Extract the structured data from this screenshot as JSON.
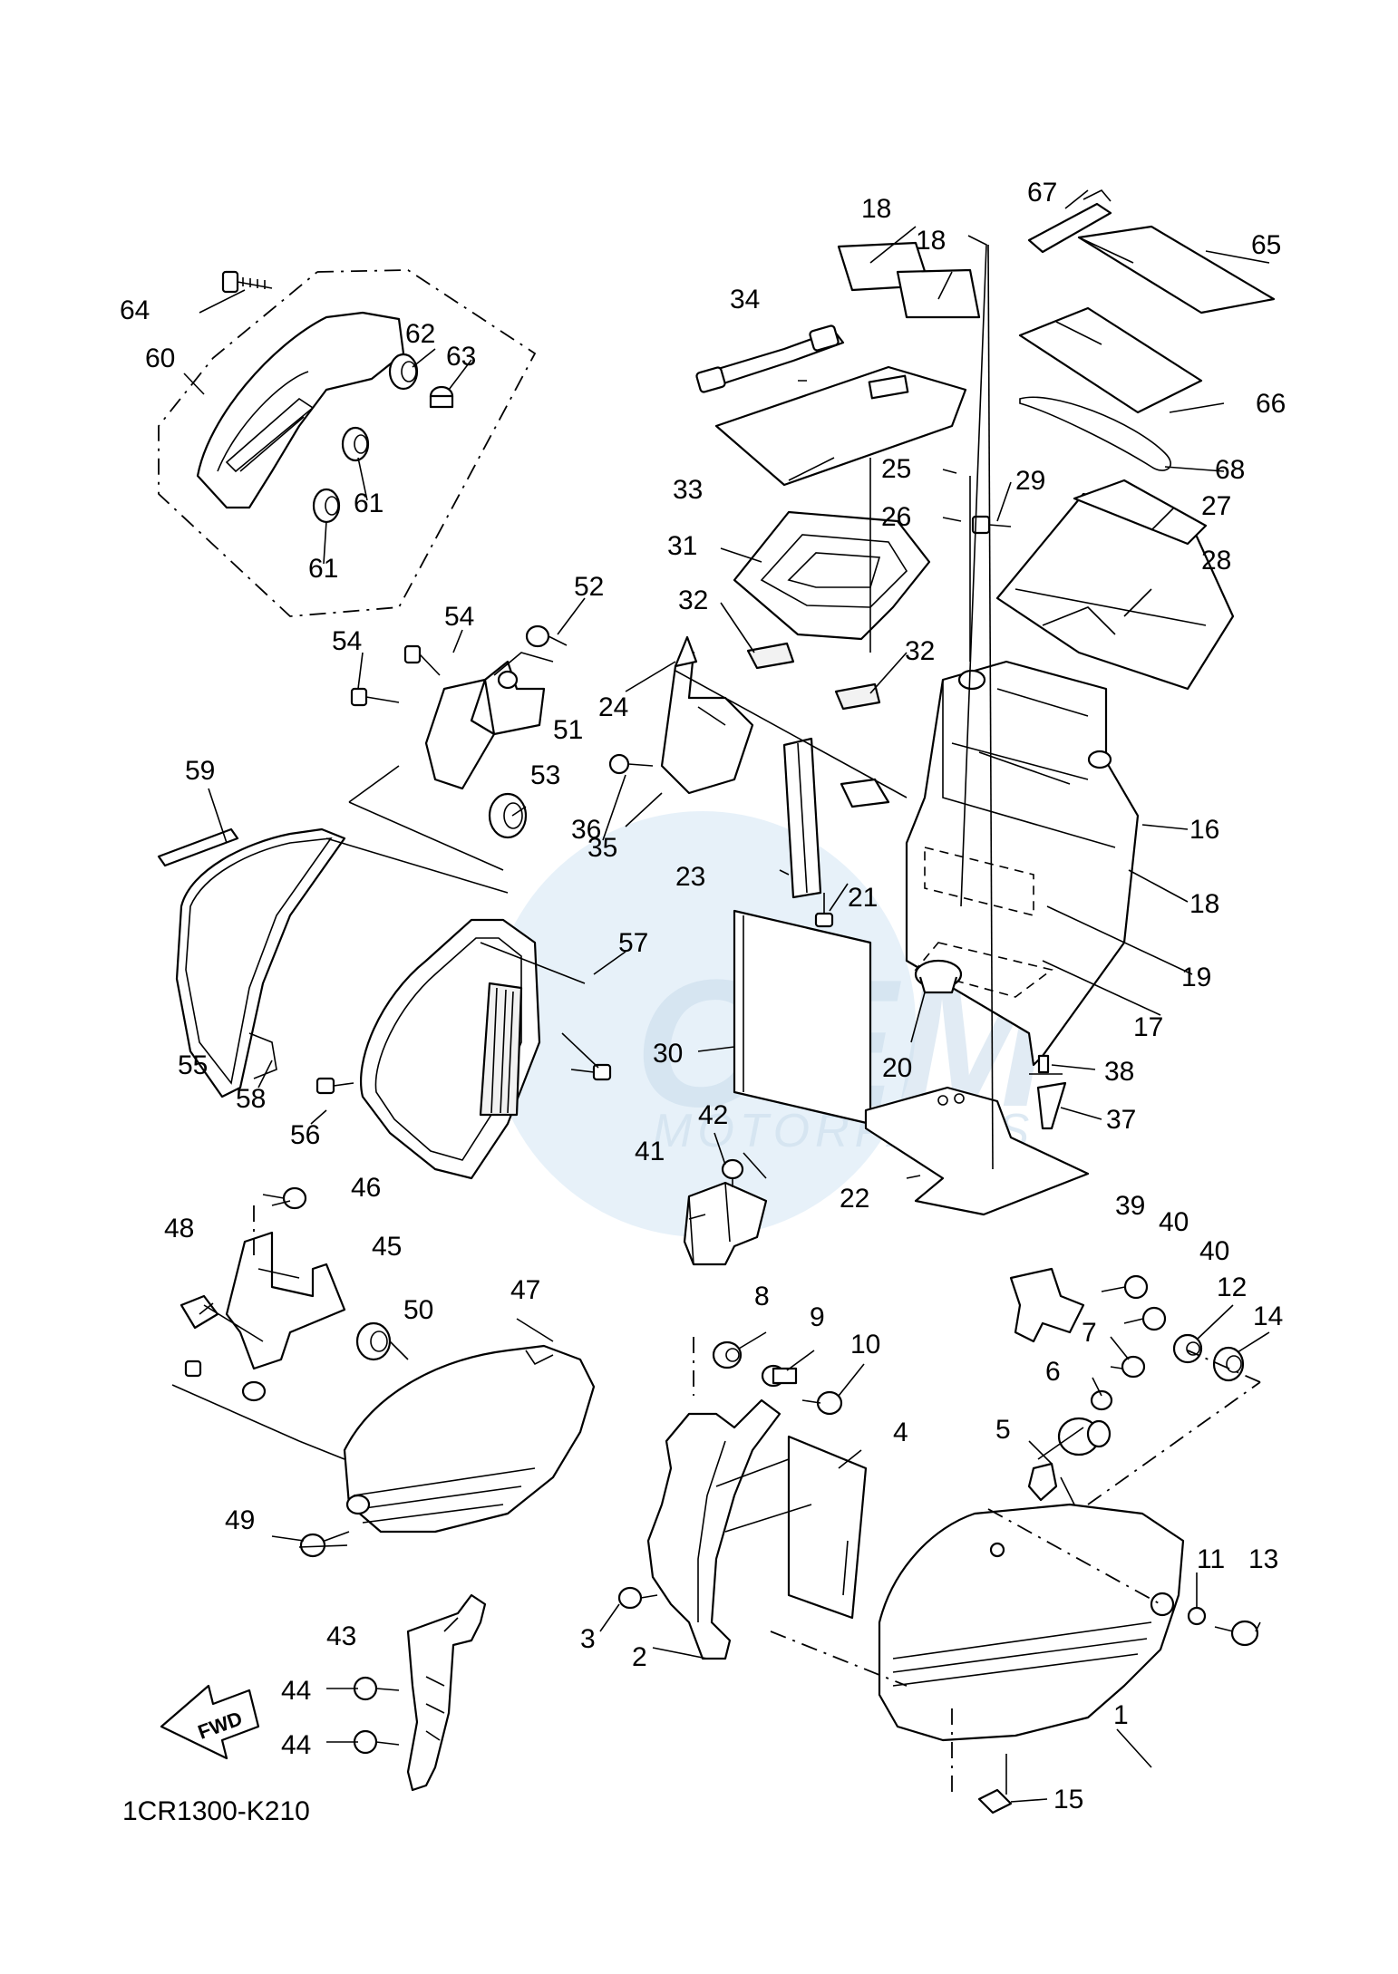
{
  "diagram": {
    "ref_code": "1CR1300-K210",
    "fwd_label": "FWD",
    "watermark": {
      "brand": "OEM",
      "sub": "MOTORPARTS"
    },
    "callouts": [
      {
        "n": "1"
      },
      {
        "n": "2"
      },
      {
        "n": "3"
      },
      {
        "n": "4"
      },
      {
        "n": "5"
      },
      {
        "n": "6"
      },
      {
        "n": "7"
      },
      {
        "n": "8"
      },
      {
        "n": "9"
      },
      {
        "n": "10"
      },
      {
        "n": "11"
      },
      {
        "n": "12"
      },
      {
        "n": "13"
      },
      {
        "n": "14"
      },
      {
        "n": "15"
      },
      {
        "n": "16"
      },
      {
        "n": "17"
      },
      {
        "n": "18"
      },
      {
        "n": "18"
      },
      {
        "n": "18"
      },
      {
        "n": "19"
      },
      {
        "n": "20"
      },
      {
        "n": "21"
      },
      {
        "n": "22"
      },
      {
        "n": "23"
      },
      {
        "n": "24"
      },
      {
        "n": "25"
      },
      {
        "n": "26"
      },
      {
        "n": "27"
      },
      {
        "n": "28"
      },
      {
        "n": "29"
      },
      {
        "n": "30"
      },
      {
        "n": "31"
      },
      {
        "n": "32"
      },
      {
        "n": "32"
      },
      {
        "n": "33"
      },
      {
        "n": "34"
      },
      {
        "n": "35"
      },
      {
        "n": "36"
      },
      {
        "n": "37"
      },
      {
        "n": "38"
      },
      {
        "n": "39"
      },
      {
        "n": "40"
      },
      {
        "n": "40"
      },
      {
        "n": "41"
      },
      {
        "n": "42"
      },
      {
        "n": "43"
      },
      {
        "n": "44"
      },
      {
        "n": "44"
      },
      {
        "n": "45"
      },
      {
        "n": "46"
      },
      {
        "n": "47"
      },
      {
        "n": "48"
      },
      {
        "n": "49"
      },
      {
        "n": "50"
      },
      {
        "n": "51"
      },
      {
        "n": "52"
      },
      {
        "n": "53"
      },
      {
        "n": "54"
      },
      {
        "n": "54"
      },
      {
        "n": "55"
      },
      {
        "n": "56"
      },
      {
        "n": "57"
      },
      {
        "n": "58"
      },
      {
        "n": "59"
      },
      {
        "n": "60"
      },
      {
        "n": "61"
      },
      {
        "n": "61"
      },
      {
        "n": "62"
      },
      {
        "n": "63"
      },
      {
        "n": "64"
      },
      {
        "n": "65"
      },
      {
        "n": "66"
      },
      {
        "n": "67"
      },
      {
        "n": "68"
      }
    ]
  }
}
